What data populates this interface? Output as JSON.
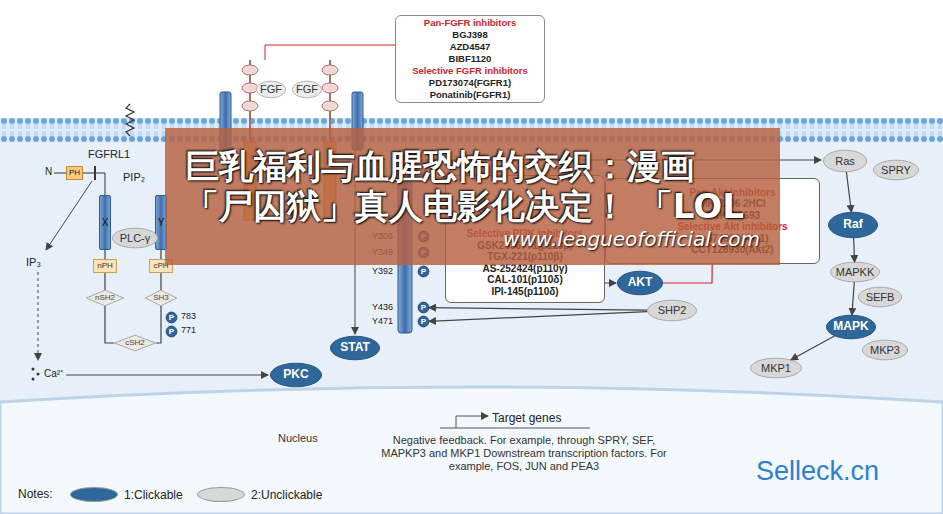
{
  "diagram": {
    "nodes": [
      {
        "text": [
          "Pan-FGFR inhibitors",
          "BGJ398",
          "AZD4547",
          "BIBF1120",
          "Selective FGFR inhibitors",
          "PD173074(FGFR1)",
          "Ponatinib(FGFR1)"
        ]
      },
      {
        "text": [
          "FGF"
        ]
      },
      {
        "text": [
          "FGF"
        ]
      },
      {
        "text": [
          "PH"
        ]
      },
      {
        "text": [
          "X"
        ]
      },
      {
        "text": [
          "Y"
        ]
      },
      {
        "text": [
          "PLC-γ"
        ]
      },
      {
        "text": [
          "nPH"
        ]
      },
      {
        "text": [
          "cPH"
        ]
      },
      {
        "text": [
          "nSH2"
        ]
      },
      {
        "text": [
          "SH3"
        ]
      },
      {
        "text": [
          "cSH2"
        ]
      },
      {
        "text": [
          "P"
        ]
      },
      {
        "text": [
          "P"
        ]
      },
      {
        "text": [
          "PKC"
        ]
      },
      {
        "text": [
          "STAT"
        ]
      },
      {
        "text": [
          "Selective PI3K inhibitors",
          "GSK2636771(p110β)",
          "TGX-221(p110β)",
          "AS-252424(p110γ)",
          "CAL-101(p110δ)",
          "IPI-145(p110δ)"
        ]
      },
      {
        "text": [
          "Pan-Akt inhibitors",
          "MK-2206 2HCl",
          "GSK690693",
          "Selective Akt inhibitors",
          "A-674563(Akt1)",
          "CCT128930(Akt2)"
        ]
      },
      {
        "text": [
          "AKT"
        ]
      },
      {
        "text": [
          "SHP2"
        ]
      },
      {
        "text": [
          "Ras"
        ]
      },
      {
        "text": [
          "SPRY"
        ]
      },
      {
        "text": [
          "Raf"
        ]
      },
      {
        "text": [
          "MAPKK"
        ]
      },
      {
        "text": [
          "SEFB"
        ]
      },
      {
        "text": [
          "MAPK"
        ]
      },
      {
        "text": [
          "MKP3"
        ]
      },
      {
        "text": [
          "MKP1"
        ]
      },
      {
        "text": [
          "P"
        ]
      },
      {
        "text": [
          "P"
        ]
      },
      {
        "text": [
          "P"
        ]
      },
      {
        "text": [
          "P"
        ]
      },
      {
        "text": [
          "P"
        ]
      },
      {
        "text": [
          "巨乳福利与血腥恐怖的交织：漫画 「尸囚狱」真人电影化决定！ 「LOL",
          "www.leagueofofficial.com"
        ]
      }
    ],
    "edges": [
      {
        "from": 4,
        "to": 7,
        "arrow": "none"
      },
      {
        "from": 7,
        "to": 9,
        "arrow": "none"
      },
      {
        "from": 9,
        "to": 11,
        "arrow": "none"
      },
      {
        "from": 5,
        "to": 8,
        "arrow": "none"
      },
      {
        "from": 8,
        "to": 10,
        "arrow": "none"
      },
      {
        "from": 10,
        "to": 11,
        "arrow": "none"
      },
      {
        "from": 20,
        "to": 22,
        "arrow": "to"
      },
      {
        "from": 22,
        "to": 23,
        "arrow": "to"
      },
      {
        "from": 23,
        "to": 25,
        "arrow": "to"
      },
      {
        "from": 25,
        "to": 27,
        "arrow": "to"
      },
      {
        "from": 19,
        "to": 31,
        "arrow": "to"
      },
      {
        "from": 19,
        "to": 32,
        "arrow": "to"
      },
      {
        "from": 17,
        "to": 18,
        "arrow": "none"
      }
    ],
    "labels": [
      "FGFRL1",
      "SEF",
      "PIP₂",
      "N",
      "IP₃",
      "Ca²⁺",
      "783",
      "771",
      "Y306",
      "Y349",
      "Y392",
      "Y436",
      "Y471",
      "Target genes",
      "Nucleus",
      "Negative feedback. For example, through SPRY, SEF, MAPKP3 and MKP1 Downstream transcription factors. For example, FOS, JUN and PEA3",
      "Notes:",
      "Selleck.cn"
    ],
    "legend": [
      {
        "text": "1:Clickable",
        "color": "#2f679a"
      },
      {
        "text": "2:Unclickable",
        "color": "#d8d8d8"
      }
    ]
  }
}
